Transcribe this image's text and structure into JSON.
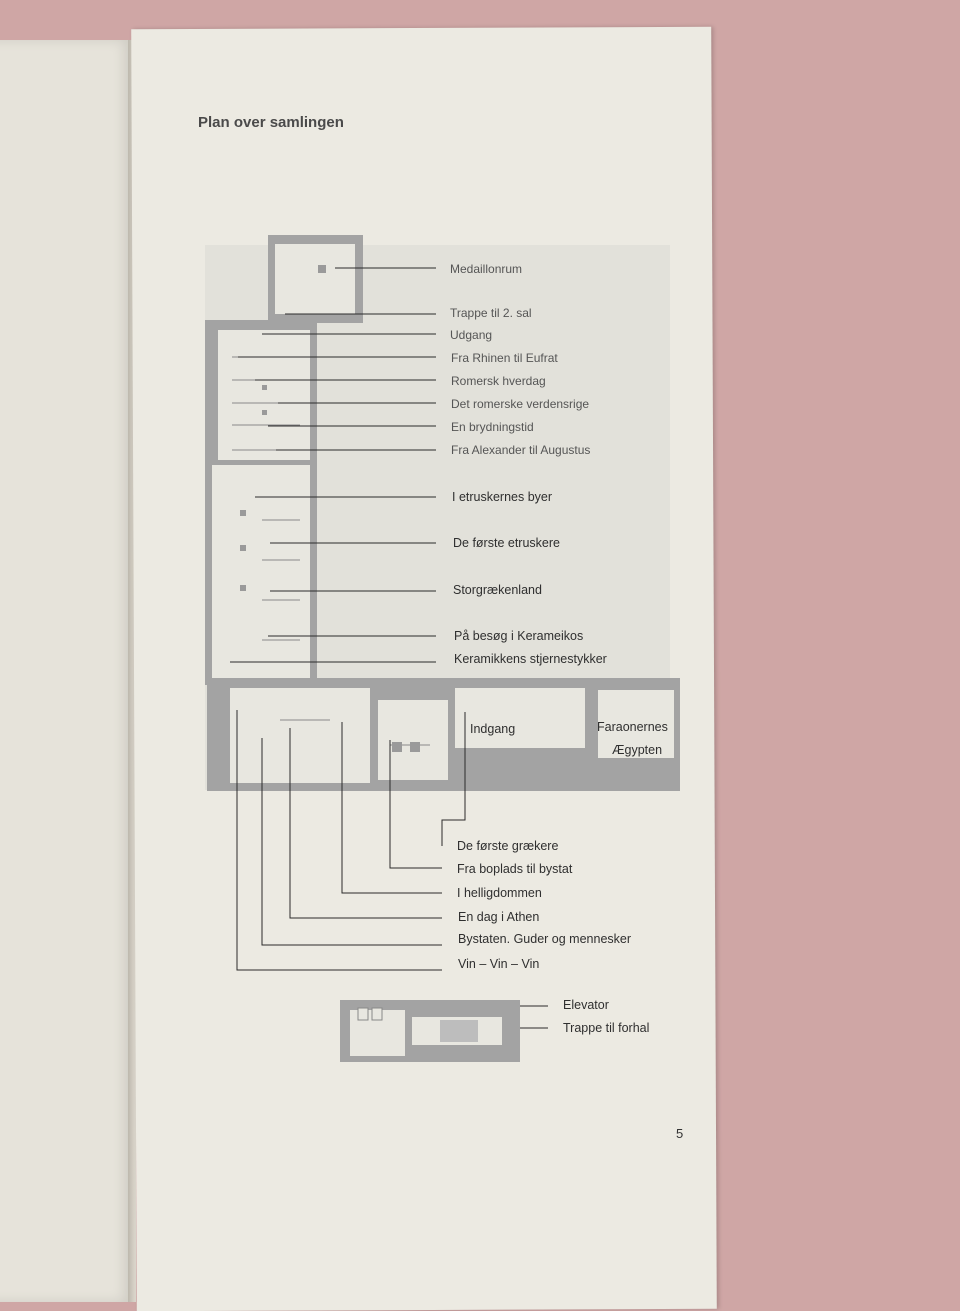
{
  "title": "Plan over samlingen",
  "page_number": "5",
  "rooms_upper": [
    "Medaillonrum",
    "Trappe til 2. sal",
    "Udgang",
    "Fra Rhinen til Eufrat",
    "Romersk hverdag",
    "Det romerske verdensrige",
    "En brydningstid",
    "Fra Alexander til Augustus",
    "I etruskernes byer",
    "De første etruskere",
    "Storgrækenland",
    "På besøg i Kerameikos",
    "Keramikkens stjernestykker"
  ],
  "inside_labels": {
    "entrance": "Indgang",
    "egypt_line1": "Faraonernes",
    "egypt_line2": "Ægypten"
  },
  "rooms_lower": [
    "De første grækere",
    "Fra boplads til bystat",
    "I helligdommen",
    "En dag i Athen",
    "Bystaten. Guder og mennesker",
    "Vin – Vin – Vin"
  ],
  "stair_plan": [
    "Elevator",
    "Trappe til forhal"
  ]
}
